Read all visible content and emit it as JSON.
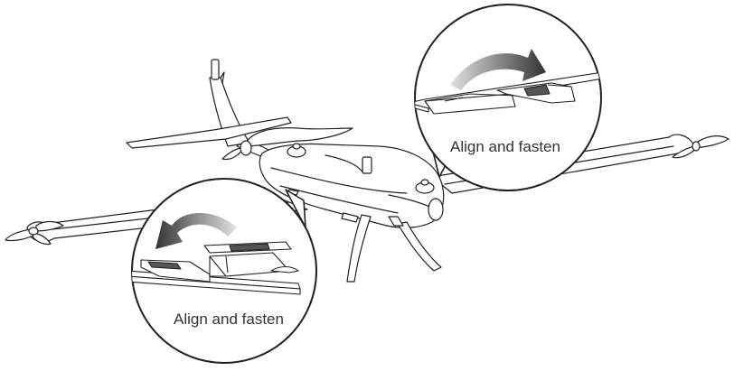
{
  "callouts": [
    {
      "id": "right",
      "label": "Align and fasten",
      "arrow_direction": "right"
    },
    {
      "id": "left",
      "label": "Align and fasten",
      "arrow_direction": "left"
    }
  ],
  "colors": {
    "line": "#222222",
    "arrow_dark": "#3a3a3a",
    "arrow_light": "#d8d8d8",
    "text": "#333333",
    "fill": "#ffffff"
  }
}
